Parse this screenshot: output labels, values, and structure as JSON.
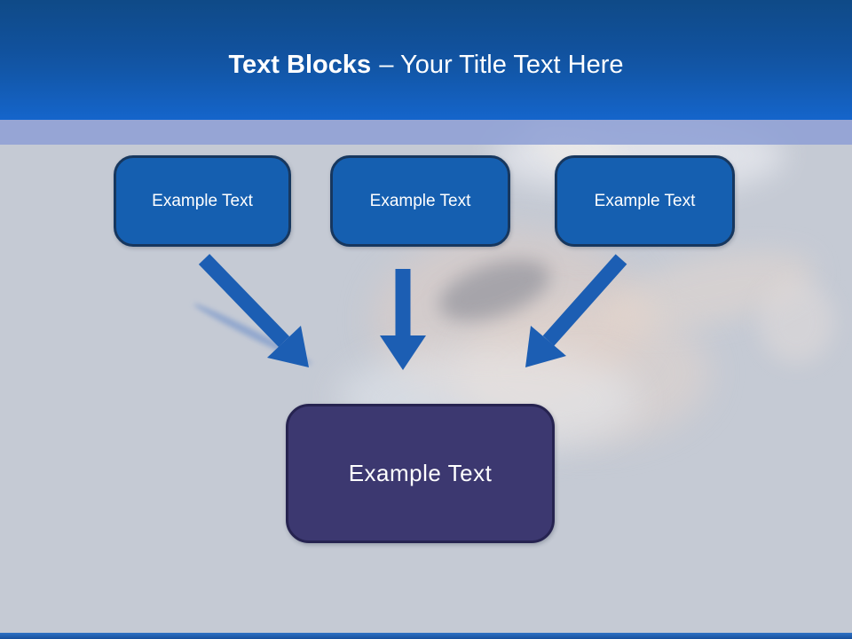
{
  "header": {
    "title_bold": "Text Blocks",
    "title_rest": "– Your Title Text Here"
  },
  "blocks": [
    {
      "label": "Example Text"
    },
    {
      "label": "Example Text"
    },
    {
      "label": "Example Text"
    }
  ],
  "result_block": {
    "label": "Example Text"
  },
  "arrows": [
    {
      "name": "arrow-down-right"
    },
    {
      "name": "arrow-down"
    },
    {
      "name": "arrow-down-left"
    }
  ],
  "colors": {
    "header_gradient_top": "#0f4a87",
    "header_gradient_bottom": "#1565cb",
    "sub_band": "#8d9fd5",
    "background": "#c5cad4",
    "block_fill": "#155fb0",
    "block_border": "#17375e",
    "result_fill": "#3c3870",
    "result_border": "#262350",
    "arrow": "#1c5eb3",
    "footer_bar": "#1d5cab",
    "title_text": "#ffffff"
  }
}
